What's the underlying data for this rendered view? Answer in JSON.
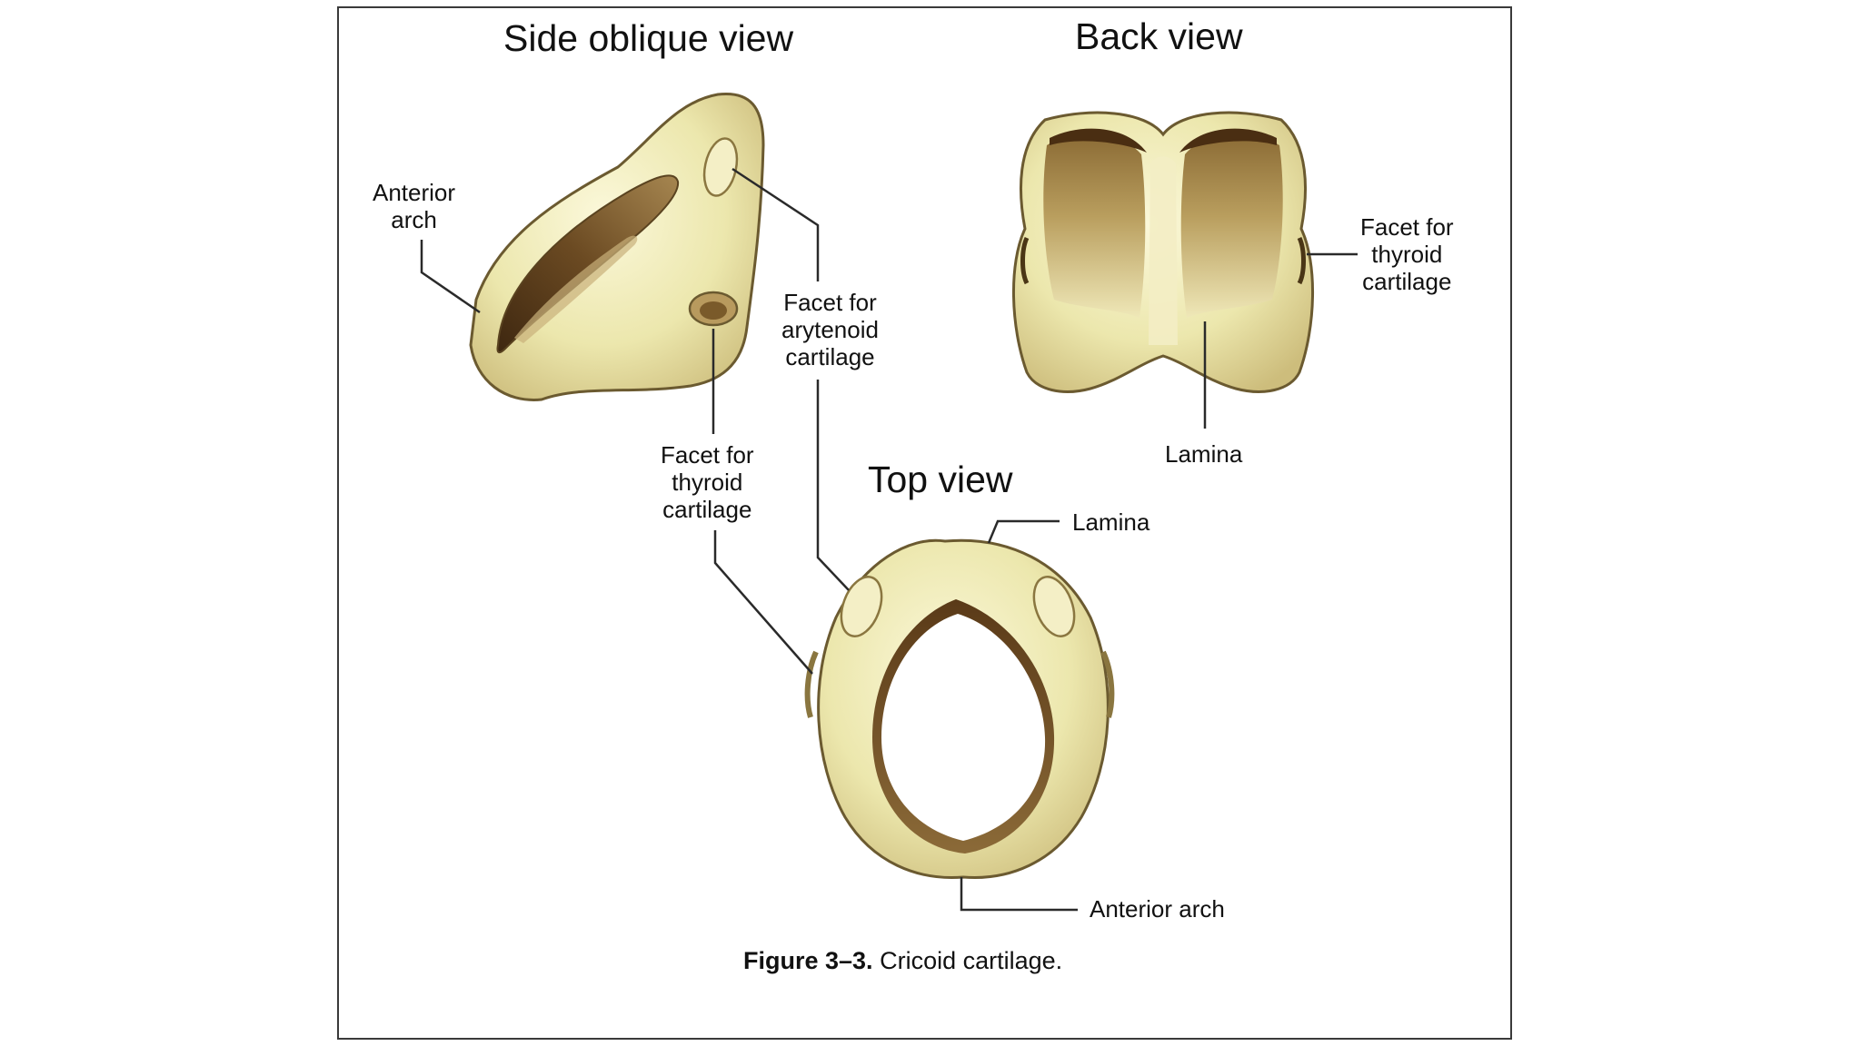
{
  "titles": {
    "side": "Side oblique view",
    "back": "Back view",
    "top": "Top view"
  },
  "labels": {
    "anterior_arch_side": [
      "Anterior",
      "arch"
    ],
    "facet_arytenoid": [
      "Facet for",
      "arytenoid",
      "cartilage"
    ],
    "facet_thyroid_side": [
      "Facet for",
      "thyroid",
      "cartilage"
    ],
    "facet_thyroid_back": [
      "Facet for",
      "thyroid",
      "cartilage"
    ],
    "lamina_back": "Lamina",
    "lamina_top": "Lamina",
    "anterior_arch_top": "Anterior arch"
  },
  "caption": {
    "figure": "Figure 3–3.",
    "text": "Cricoid cartilage."
  },
  "colors": {
    "cartilage": "#ece7ad",
    "cartilage_light": "#f8f4d2",
    "cartilage_shade": "#c9b878",
    "cartilage_dark": "#7a5a2a",
    "cartilage_outline": "#6b5a30",
    "leader_line": "#2a2a2a"
  }
}
